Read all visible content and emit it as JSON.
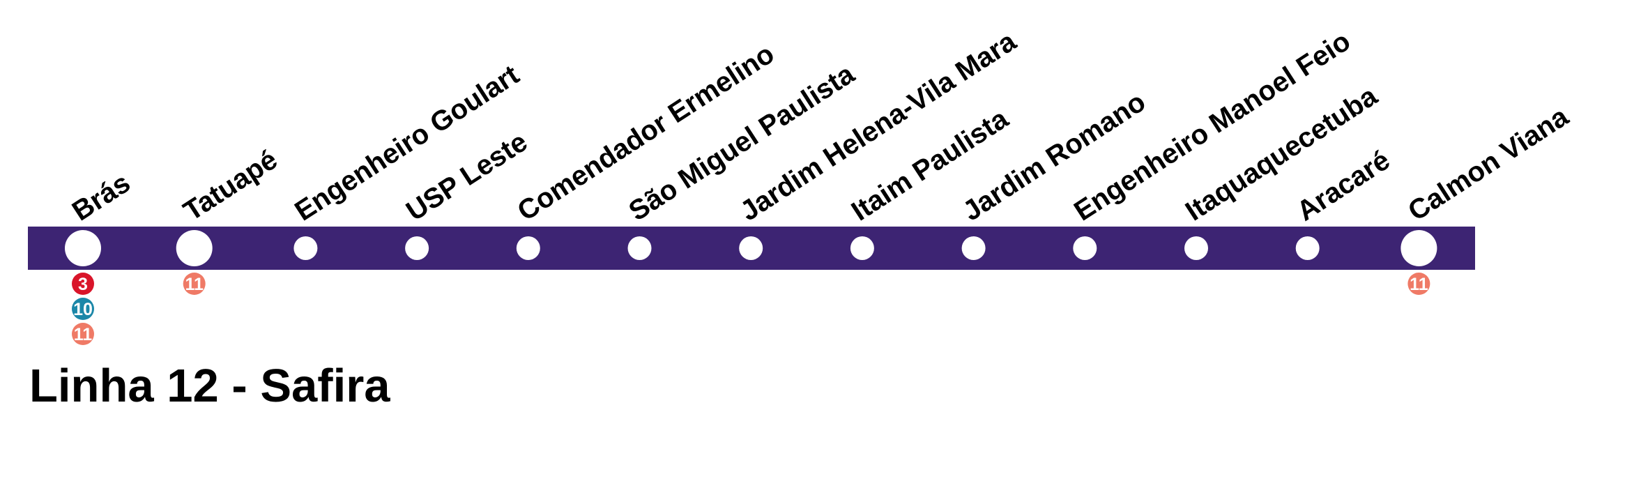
{
  "line": {
    "title": "Linha 12 - Safira",
    "color": "#3d2473"
  },
  "stations": [
    {
      "name": "Brás",
      "terminal": true,
      "connections": [
        "3",
        "10",
        "11"
      ]
    },
    {
      "name": "Tatuapé",
      "terminal": true,
      "connections": [
        "11"
      ]
    },
    {
      "name": "Engenheiro Goulart",
      "terminal": false,
      "connections": []
    },
    {
      "name": "USP Leste",
      "terminal": false,
      "connections": []
    },
    {
      "name": "Comendador Ermelino",
      "terminal": false,
      "connections": []
    },
    {
      "name": "São Miguel Paulista",
      "terminal": false,
      "connections": []
    },
    {
      "name": "Jardim Helena-Vila Mara",
      "terminal": false,
      "connections": []
    },
    {
      "name": "Itaim Paulista",
      "terminal": false,
      "connections": []
    },
    {
      "name": "Jardim Romano",
      "terminal": false,
      "connections": []
    },
    {
      "name": "Engenheiro Manoel Feio",
      "terminal": false,
      "connections": []
    },
    {
      "name": "Itaquaquecetuba",
      "terminal": false,
      "connections": []
    },
    {
      "name": "Aracaré",
      "terminal": false,
      "connections": []
    },
    {
      "name": "Calmon Viana",
      "terminal": true,
      "connections": [
        "11"
      ]
    }
  ],
  "connection_colors": {
    "3": "#d9152a",
    "10": "#1b87a8",
    "11": "#ef7a66"
  }
}
